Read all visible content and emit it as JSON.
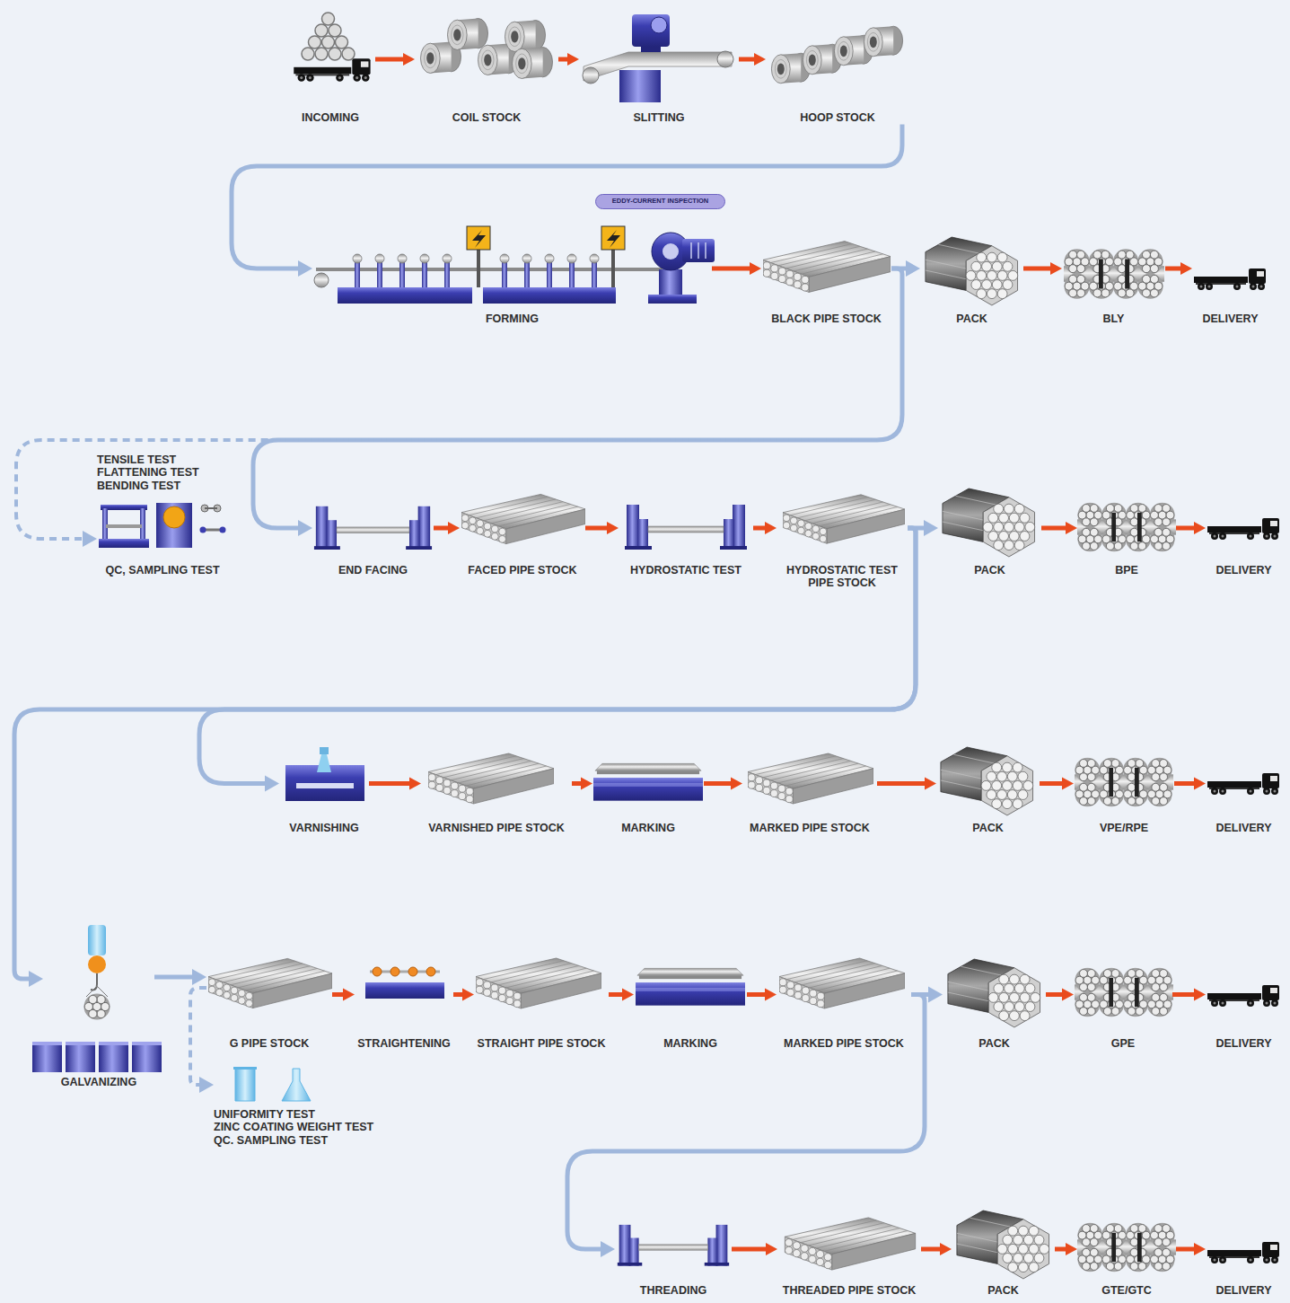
{
  "diagram": {
    "nodes": [
      {
        "text": [
          "INCOMING"
        ]
      },
      {
        "text": [
          "COIL STOCK"
        ]
      },
      {
        "text": [
          "SLITTING"
        ]
      },
      {
        "text": [
          "HOOP STOCK"
        ]
      },
      {
        "text": [
          "EDDY-CURRENT INSPECTION"
        ]
      },
      {
        "text": [
          "FORMING"
        ]
      },
      {
        "text": [
          "BLACK PIPE STOCK"
        ]
      },
      {
        "text": [
          "PACK"
        ]
      },
      {
        "text": [
          "BLY"
        ]
      },
      {
        "text": [
          "DELIVERY"
        ]
      },
      {
        "text": [
          "TENSILE TEST",
          "FLATTENING TEST",
          "BENDING TEST",
          "QC, SAMPLING TEST"
        ]
      },
      {
        "text": [
          "END FACING"
        ]
      },
      {
        "text": [
          "FACED PIPE STOCK"
        ]
      },
      {
        "text": [
          "HYDROSTATIC TEST"
        ]
      },
      {
        "text": [
          "HYDROSTATIC TEST PIPE STOCK"
        ]
      },
      {
        "text": [
          "PACK"
        ]
      },
      {
        "text": [
          "BPE"
        ]
      },
      {
        "text": [
          "DELIVERY"
        ]
      },
      {
        "text": [
          "VARNISHING"
        ]
      },
      {
        "text": [
          "VARNISHED PIPE STOCK"
        ]
      },
      {
        "text": [
          "MARKING"
        ]
      },
      {
        "text": [
          "MARKED PIPE STOCK"
        ]
      },
      {
        "text": [
          "PACK"
        ]
      },
      {
        "text": [
          "VPE/RPE"
        ]
      },
      {
        "text": [
          "DELIVERY"
        ]
      },
      {
        "text": [
          "GALVANIZING"
        ]
      },
      {
        "text": [
          "G PIPE STOCK"
        ]
      },
      {
        "text": [
          "STRAIGHTENING"
        ]
      },
      {
        "text": [
          "STRAIGHT PIPE STOCK"
        ]
      },
      {
        "text": [
          "MARKING"
        ]
      },
      {
        "text": [
          "MARKED PIPE STOCK"
        ]
      },
      {
        "text": [
          "PACK"
        ]
      },
      {
        "text": [
          "GPE"
        ]
      },
      {
        "text": [
          "DELIVERY"
        ]
      },
      {
        "text": [
          "UNIFORMITY TEST",
          "ZINC COATING WEIGHT TEST",
          "QC. SAMPLING TEST"
        ]
      },
      {
        "text": [
          "THREADING"
        ]
      },
      {
        "text": [
          "THREADED PIPE STOCK"
        ]
      },
      {
        "text": [
          "PACK"
        ]
      },
      {
        "text": [
          "GTE/GTC"
        ]
      },
      {
        "text": [
          "DELIVERY"
        ]
      }
    ],
    "edges": [
      {
        "from": 0,
        "to": 1,
        "arrow": "to"
      },
      {
        "from": 1,
        "to": 2,
        "arrow": "to"
      },
      {
        "from": 2,
        "to": 3,
        "arrow": "to"
      },
      {
        "from": 3,
        "to": 5,
        "arrow": "to"
      },
      {
        "from": 5,
        "to": 6,
        "arrow": "to"
      },
      {
        "from": 6,
        "to": 7,
        "arrow": "to"
      },
      {
        "from": 7,
        "to": 8,
        "arrow": "to"
      },
      {
        "from": 8,
        "to": 9,
        "arrow": "to"
      },
      {
        "from": 6,
        "to": 11,
        "arrow": "to"
      },
      {
        "from": 6,
        "to": 10,
        "arrow": "to"
      },
      {
        "from": 11,
        "to": 12,
        "arrow": "to"
      },
      {
        "from": 12,
        "to": 13,
        "arrow": "to"
      },
      {
        "from": 13,
        "to": 14,
        "arrow": "to"
      },
      {
        "from": 14,
        "to": 15,
        "arrow": "to"
      },
      {
        "from": 15,
        "to": 16,
        "arrow": "to"
      },
      {
        "from": 16,
        "to": 17,
        "arrow": "to"
      },
      {
        "from": 14,
        "to": 18,
        "arrow": "to"
      },
      {
        "from": 14,
        "to": 25,
        "arrow": "to"
      },
      {
        "from": 18,
        "to": 19,
        "arrow": "to"
      },
      {
        "from": 19,
        "to": 20,
        "arrow": "to"
      },
      {
        "from": 20,
        "to": 21,
        "arrow": "to"
      },
      {
        "from": 21,
        "to": 22,
        "arrow": "to"
      },
      {
        "from": 22,
        "to": 23,
        "arrow": "to"
      },
      {
        "from": 23,
        "to": 24,
        "arrow": "to"
      },
      {
        "from": 25,
        "to": 26,
        "arrow": "to"
      },
      {
        "from": 26,
        "to": 34,
        "arrow": "to"
      },
      {
        "from": 26,
        "to": 27,
        "arrow": "to"
      },
      {
        "from": 27,
        "to": 28,
        "arrow": "to"
      },
      {
        "from": 28,
        "to": 29,
        "arrow": "to"
      },
      {
        "from": 29,
        "to": 30,
        "arrow": "to"
      },
      {
        "from": 30,
        "to": 31,
        "arrow": "to"
      },
      {
        "from": 31,
        "to": 32,
        "arrow": "to"
      },
      {
        "from": 32,
        "to": 33,
        "arrow": "to"
      },
      {
        "from": 30,
        "to": 35,
        "arrow": "to"
      },
      {
        "from": 35,
        "to": 36,
        "arrow": "to"
      },
      {
        "from": 36,
        "to": 37,
        "arrow": "to"
      },
      {
        "from": 37,
        "to": 38,
        "arrow": "to"
      },
      {
        "from": 38,
        "to": 39,
        "arrow": "to"
      }
    ]
  }
}
